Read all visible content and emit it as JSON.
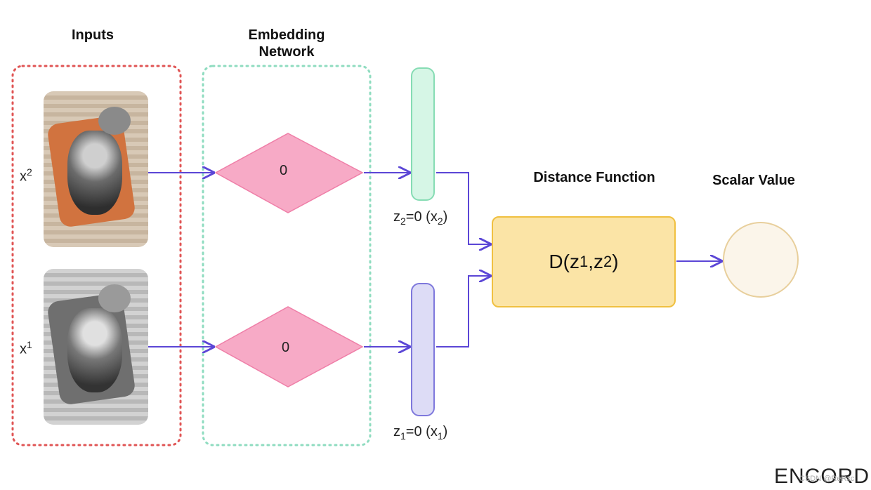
{
  "headings": {
    "inputs": "Inputs",
    "embedding_line1": "Embedding",
    "embedding_line2": "Network",
    "distance": "Distance Function",
    "scalar": "Scalar Value"
  },
  "inputs": {
    "top": {
      "base": "x",
      "sup": "2"
    },
    "bottom": {
      "base": "x",
      "sup": "1"
    }
  },
  "network": {
    "top_value": "0",
    "bottom_value": "0"
  },
  "embeddings": {
    "top": {
      "z": "z",
      "z_sub": "2",
      "mid": "=0 (x",
      "x_sub": "2",
      "close": ")"
    },
    "bottom": {
      "z": "z",
      "z_sub": "1",
      "mid": "=0 (x",
      "x_sub": "1",
      "close": ")"
    }
  },
  "distance_box": {
    "prefix": "D(z",
    "sub1": "1",
    "mid": ",z",
    "sub2": "2",
    "suffix": ")"
  },
  "logo": {
    "text": "ENCORD"
  },
  "watermark": {
    "text": "CSDN @ReRxc"
  },
  "colors": {
    "inputs_border": "#e05555",
    "network_border": "#8fdcc0",
    "diamond_fill": "#f7aac6",
    "diamond_stroke": "#ef7fa8",
    "arrow": "#5b46d6",
    "distance_fill": "#fbe4a6",
    "distance_border": "#f0c040",
    "scalar_fill": "#fbf5ea",
    "scalar_border": "#e8cf9c",
    "embedding_top_fill": "#d6f6e6",
    "embedding_bottom_fill": "#dddcf6"
  }
}
